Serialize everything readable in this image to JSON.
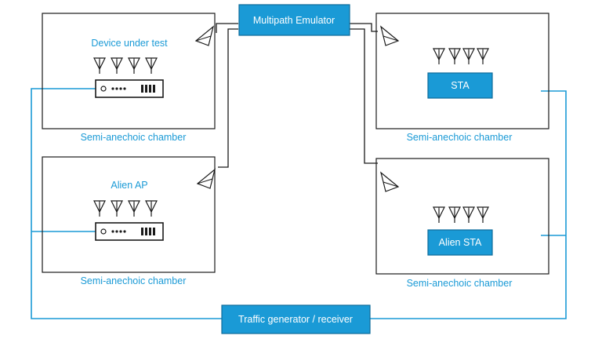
{
  "diagram": {
    "chambers": [
      {
        "id": "dut",
        "label": "Semi-anechoic chamber",
        "device_label": "Device under test"
      },
      {
        "id": "alien-ap",
        "label": "Semi-anechoic chamber",
        "device_label": "Alien AP"
      },
      {
        "id": "sta",
        "label": "Semi-anechoic chamber",
        "device_label": "STA"
      },
      {
        "id": "alien-sta",
        "label": "Semi-anechoic chamber",
        "device_label": "Alien STA"
      }
    ],
    "emulator_label": "Multipath Emulator",
    "traffic_label": "Traffic generator / receiver",
    "colors": {
      "accent": "#1a9ad6",
      "box_fill": "#1a9ad6",
      "box_stroke": "#0f6b99",
      "outline": "#1a1a1a",
      "link": "#1a9ad6"
    }
  }
}
